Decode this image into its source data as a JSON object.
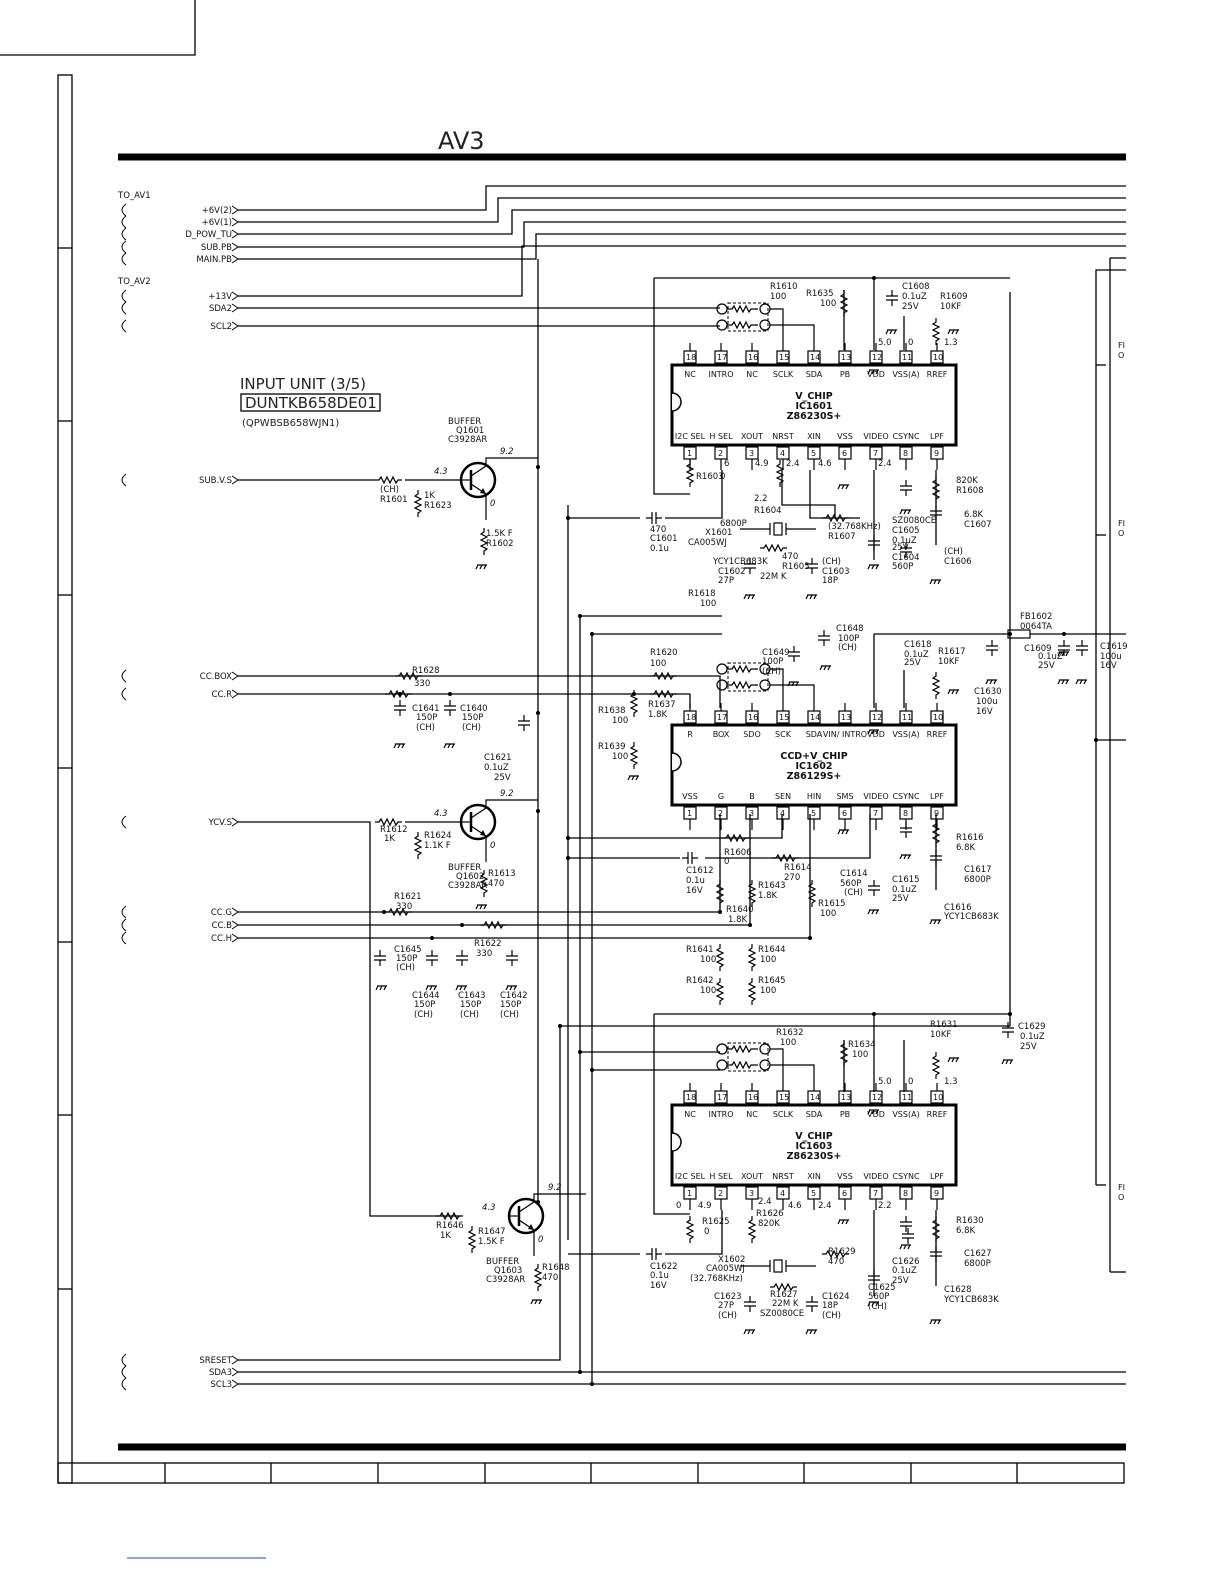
{
  "header": {
    "section_title": "AV3"
  },
  "unit": {
    "title": "INPUT UNIT (3/5)",
    "model_boxed": "DUNTKB658DE01",
    "model_paren": "(QPWBSB658WJN1)"
  },
  "connectors": {
    "to_av1": "TO_AV1",
    "to_av2": "TO_AV2",
    "signals": [
      "+6V(2)",
      "+6V(1)",
      "D_POW_TU",
      "SUB.PB",
      "MAIN.PB",
      "+13V",
      "SDA2",
      "SCL2",
      "SUB.V.S",
      "CC.BOX",
      "CC.R",
      "YCV.S",
      "CC.G",
      "CC.B",
      "CC.H",
      "SRESET",
      "SDA3",
      "SCL3"
    ]
  },
  "ics": [
    {
      "name": "V_CHIP",
      "ref": "IC1601",
      "part": "Z86230S+",
      "top_pins": [
        [
          "18",
          "NC"
        ],
        [
          "17",
          "INTRO"
        ],
        [
          "16",
          "NC"
        ],
        [
          "15",
          "SCLK"
        ],
        [
          "14",
          "SDA"
        ],
        [
          "13",
          "PB"
        ],
        [
          "12",
          "VDD"
        ],
        [
          "11",
          "VSS(A)"
        ],
        [
          "10",
          "RREF"
        ]
      ],
      "bottom_pins": [
        [
          "1",
          "I2C SEL"
        ],
        [
          "2",
          "H SEL"
        ],
        [
          "3",
          "XOUT"
        ],
        [
          "4",
          "NRST"
        ],
        [
          "5",
          "XIN"
        ],
        [
          "6",
          "VSS"
        ],
        [
          "7",
          "VIDEO"
        ],
        [
          "8",
          "CSYNC"
        ],
        [
          "9",
          "LPF"
        ]
      ]
    },
    {
      "name": "CCD+V_CHIP",
      "ref": "IC1602",
      "part": "Z86129S+",
      "top_pins": [
        [
          "18",
          "R"
        ],
        [
          "17",
          "BOX"
        ],
        [
          "16",
          "SDO"
        ],
        [
          "15",
          "SCK"
        ],
        [
          "14",
          "SDA"
        ],
        [
          "13",
          "VIN/ INTRO"
        ],
        [
          "12",
          "VDD"
        ],
        [
          "11",
          "VSS(A)"
        ],
        [
          "10",
          "RREF"
        ]
      ],
      "bottom_pins": [
        [
          "1",
          "VSS"
        ],
        [
          "2",
          "G"
        ],
        [
          "3",
          "B"
        ],
        [
          "4",
          "SEN"
        ],
        [
          "5",
          "HIN"
        ],
        [
          "6",
          "SMS"
        ],
        [
          "7",
          "VIDEO"
        ],
        [
          "8",
          "CSYNC"
        ],
        [
          "9",
          "LPF"
        ]
      ]
    },
    {
      "name": "V_CHIP",
      "ref": "IC1603",
      "part": "Z86230S+",
      "top_pins": [
        [
          "18",
          "NC"
        ],
        [
          "17",
          "INTRO"
        ],
        [
          "16",
          "NC"
        ],
        [
          "15",
          "SCLK"
        ],
        [
          "14",
          "SDA"
        ],
        [
          "13",
          "PB"
        ],
        [
          "12",
          "VDD"
        ],
        [
          "11",
          "VSS(A)"
        ],
        [
          "10",
          "RREF"
        ]
      ],
      "bottom_pins": [
        [
          "1",
          "I2C SEL"
        ],
        [
          "2",
          "H SEL"
        ],
        [
          "3",
          "XOUT"
        ],
        [
          "4",
          "NRST"
        ],
        [
          "5",
          "XIN"
        ],
        [
          "6",
          "VSS"
        ],
        [
          "7",
          "VIDEO"
        ],
        [
          "8",
          "CSYNC"
        ],
        [
          "9",
          "LPF"
        ]
      ]
    }
  ],
  "transistors": [
    {
      "role": "BUFFER",
      "ref": "Q1601",
      "part": "C3928AR",
      "vb": "4.3",
      "vc": "9.2",
      "ve": "0"
    },
    {
      "role": "BUFFER",
      "ref": "Q1602",
      "part": "C3928AR",
      "vb": "4.3",
      "vc": "9.2",
      "ve": "0"
    },
    {
      "role": "BUFFER",
      "ref": "Q1603",
      "part": "C3928AR",
      "vb": "4.3",
      "vc": "9.2",
      "ve": "0"
    }
  ],
  "components": {
    "ic1601_area": [
      "R1610",
      "100",
      "R1635",
      "100",
      "C1608",
      "0.1uZ",
      "25V",
      "R1609",
      "10KF",
      "5.0",
      "0",
      "1.3",
      "R1603",
      "0",
      "6",
      "4.9",
      "2.4",
      "4.6",
      "2.4",
      "2.2",
      "R1604",
      "820K",
      "R1608",
      "6.8K",
      "C1607",
      "6800P",
      "X1601",
      "CA005WJ",
      "(32.768KHz)",
      "R1607",
      "470",
      "R1605",
      "22M K",
      "SZ0080CE",
      "C1605",
      "0.1uZ",
      "25V",
      "C1604",
      "560P",
      "(CH)",
      "C1606",
      "YCY1CB683K",
      "C1602",
      "27P",
      "(CH)",
      "C1603",
      "18P",
      "(CH)",
      "R1601",
      "1K",
      "R1623",
      "1.5K F",
      "R1602",
      "470",
      "C1601",
      "0.1u",
      "16V"
    ],
    "ic1602_area": [
      "R1618",
      "100",
      "C1648",
      "100P",
      "(CH)",
      "C1649",
      "100P",
      "(CH)",
      "R1620",
      "100",
      "C1618",
      "0.1uZ",
      "25V",
      "R1617",
      "10KF",
      "FB1602",
      "0064TA",
      "C1609",
      "0.1uZ",
      "25V",
      "C1619",
      "100u",
      "16V",
      "C1630",
      "100u",
      "16V",
      "R1628",
      "330",
      "R1637",
      "1.8K",
      "R1638",
      "100",
      "R1639",
      "100",
      "C1641",
      "150P",
      "(CH)",
      "C1640",
      "150P",
      "(CH)",
      "C1621",
      "0.1uZ",
      "25V",
      "R1612",
      "1K",
      "R1624",
      "1.1K F",
      "R1613",
      "470",
      "R1606",
      "0",
      "C1612",
      "0.1u",
      "16V",
      "R1614",
      "270",
      "R1643",
      "1.8K",
      "R1640",
      "1.8K",
      "R1615",
      "100",
      "C1614",
      "560P",
      "(CH)",
      "C1615",
      "0.1uZ",
      "25V",
      "R1616",
      "6.8K",
      "C1617",
      "6800P",
      "C1616",
      "YCY1CB683K",
      "R1621",
      "330",
      "R1622",
      "330",
      "C1645",
      "150P",
      "(CH)",
      "C1644",
      "150P",
      "(CH)",
      "C1643",
      "150P",
      "(CH)",
      "C1642",
      "150P",
      "(CH)",
      "R1641",
      "100",
      "R1644",
      "100",
      "R1642",
      "100",
      "R1645",
      "100"
    ],
    "ic1603_area": [
      "R1632",
      "100",
      "R1634",
      "100",
      "R1631",
      "10KF",
      "C1629",
      "0.1uZ",
      "25V",
      "5.0",
      "0",
      "1.3",
      "0",
      "4.9",
      "2.4",
      "4.6",
      "2.4",
      "2.2",
      "R1625",
      "0",
      "R1626",
      "820K",
      "R1630",
      "6.8K",
      "C1627",
      "6800P",
      "X1602",
      "CA005WJ",
      "(32.768KHz)",
      "R1629",
      "470",
      "R1627",
      "22M K",
      "SZ0080CE",
      "C1626",
      "0.1uZ",
      "25V",
      "C1625",
      "560P",
      "(CH)",
      "C1628",
      "YCY1CB683K",
      "C1623",
      "27P",
      "(CH)",
      "C1624",
      "18P",
      "(CH)",
      "R1646",
      "1K",
      "R1647",
      "1.5K F",
      "R1648",
      "470",
      "C1622",
      "0.1u",
      "16V"
    ]
  },
  "edge_labels": [
    "FI",
    "O",
    "FI",
    "O",
    "FI",
    "O"
  ]
}
